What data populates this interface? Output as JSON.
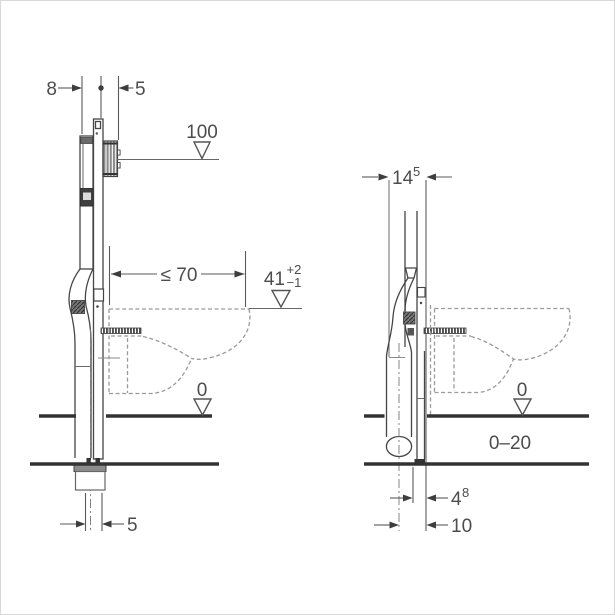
{
  "drawing": {
    "title": "wall-hung-wc-installation-element-dimension-drawing",
    "left_view": {
      "dim_top_left": "8",
      "dim_top_right": "5",
      "level_actuation": "100",
      "dim_horizontal_max": "≤ 70",
      "level_rim": {
        "value": "41",
        "tol_plus": "+2",
        "tol_minus": "−1"
      },
      "level_floor": "0",
      "dim_bottom": "5"
    },
    "right_view": {
      "dim_depth": {
        "value": "14",
        "sup": "5"
      },
      "level_floor": "0",
      "floor_height_range": "0–20",
      "dim_outlet_offset": {
        "value": "4",
        "sup": "8"
      },
      "dim_outlet_center": {
        "value": "10"
      }
    },
    "colors": {
      "line": "#454545",
      "dashed_outline": "#9a9a9a",
      "floor_line": "#333333",
      "background": "#ffffff"
    }
  }
}
